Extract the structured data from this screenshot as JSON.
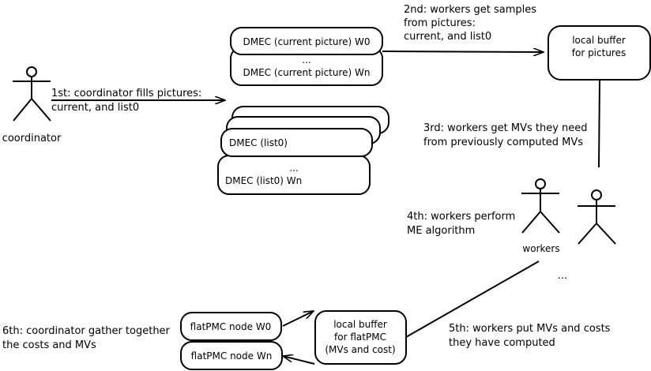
{
  "actors": {
    "coordinator": "coordinator",
    "workers": "workers",
    "workers_ellipsis": "..."
  },
  "steps": {
    "step1": [
      "1st: coordinator fills pictures:",
      "current, and list0"
    ],
    "step2": [
      "2nd: workers get samples",
      "from pictures:",
      "current, and list0"
    ],
    "step3": [
      "3rd: workers get MVs they need",
      "from previously computed MVs"
    ],
    "step4": [
      "4th: workers perform",
      "ME algorithm"
    ],
    "step5": [
      "5th: workers put MVs and costs",
      "they have computed"
    ],
    "step6": [
      "6th: coordinator gather together",
      "the costs and MVs"
    ]
  },
  "nodes": {
    "dmec_current_w0": "DMEC (current picture) W0",
    "dmec_current_dots": "...",
    "dmec_current_wn": "DMEC (current picture) Wn",
    "dmec_list0": "DMEC (list0)",
    "dmec_list0_dots": "...",
    "dmec_list0_wn": "DMEC (list0) Wn",
    "buffer_pictures": [
      "local buffer",
      "for pictures"
    ],
    "buffer_flatpmc": [
      "local buffer",
      "for flatPMC",
      "(MVs and cost)"
    ],
    "flatpmc_w0": "flatPMC node W0",
    "flatpmc_wn": "flatPMC node Wn"
  }
}
